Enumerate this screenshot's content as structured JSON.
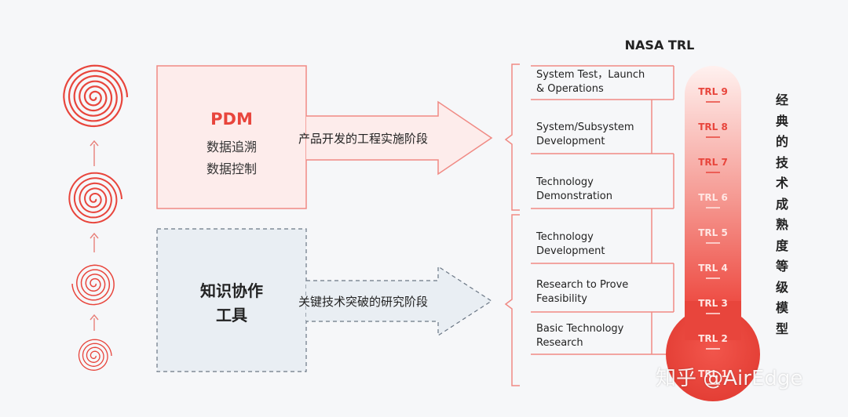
{
  "pdm": {
    "title": "PDM",
    "line1": "数据追溯",
    "line2": "数据控制"
  },
  "arrow_top_label": "产品开发的工程实施阶段",
  "tool": {
    "line1": "知识协作",
    "line2": "工具"
  },
  "arrow_bottom_label": "关键技术突破的研究阶段",
  "nasa_title": "NASA TRL",
  "stages": [
    {
      "line1": "System Test，Launch",
      "line2": "& Operations"
    },
    {
      "line1": "System/Subsystem",
      "line2": "Development"
    },
    {
      "line1": "Technology",
      "line2": "Demonstration"
    },
    {
      "line1": "Technology",
      "line2": "Development"
    },
    {
      "line1": "Research to Prove",
      "line2": "Feasibility"
    },
    {
      "line1": "Basic Technology",
      "line2": "Research"
    }
  ],
  "trl_levels": [
    "TRL 9",
    "TRL 8",
    "TRL 7",
    "TRL 6",
    "TRL 5",
    "TRL 4",
    "TRL 3",
    "TRL 2",
    "TRL 1"
  ],
  "vertical_title": [
    "经",
    "典",
    "的",
    "技",
    "术",
    "成",
    "熟",
    "度",
    "等",
    "级",
    "模",
    "型"
  ],
  "watermark": "知乎 @AirEdge",
  "colors": {
    "accent": "#e8453c",
    "pink_fill": "#fdeceb",
    "blue_fill": "#e9eef3",
    "bracket": "#f08a84"
  }
}
